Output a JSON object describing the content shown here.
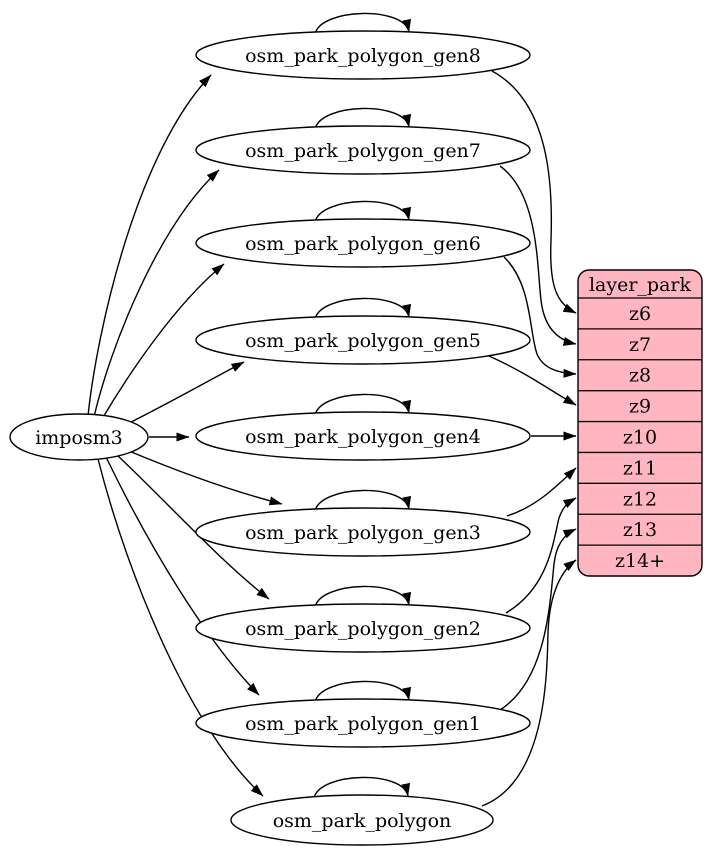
{
  "diagram": {
    "source_node": {
      "id": "imposm3",
      "label": "imposm3"
    },
    "tables": [
      {
        "id": "osm_park_polygon_gen8",
        "label": "osm_park_polygon_gen8",
        "target_row": "z6"
      },
      {
        "id": "osm_park_polygon_gen7",
        "label": "osm_park_polygon_gen7",
        "target_row": "z7"
      },
      {
        "id": "osm_park_polygon_gen6",
        "label": "osm_park_polygon_gen6",
        "target_row": "z8"
      },
      {
        "id": "osm_park_polygon_gen5",
        "label": "osm_park_polygon_gen5",
        "target_row": "z9"
      },
      {
        "id": "osm_park_polygon_gen4",
        "label": "osm_park_polygon_gen4",
        "target_row": "z10"
      },
      {
        "id": "osm_park_polygon_gen3",
        "label": "osm_park_polygon_gen3",
        "target_row": "z11"
      },
      {
        "id": "osm_park_polygon_gen2",
        "label": "osm_park_polygon_gen2",
        "target_row": "z12"
      },
      {
        "id": "osm_park_polygon_gen1",
        "label": "osm_park_polygon_gen1",
        "target_row": "z13"
      },
      {
        "id": "osm_park_polygon",
        "label": "osm_park_polygon",
        "target_row": "z14+"
      }
    ],
    "layer": {
      "id": "layer_park",
      "title": "layer_park",
      "rows": [
        "z6",
        "z7",
        "z8",
        "z9",
        "z10",
        "z11",
        "z12",
        "z13",
        "z14+"
      ]
    },
    "edges": [
      {
        "from": "imposm3",
        "to": "osm_park_polygon_gen8"
      },
      {
        "from": "imposm3",
        "to": "osm_park_polygon_gen7"
      },
      {
        "from": "imposm3",
        "to": "osm_park_polygon_gen6"
      },
      {
        "from": "imposm3",
        "to": "osm_park_polygon_gen5"
      },
      {
        "from": "imposm3",
        "to": "osm_park_polygon_gen4"
      },
      {
        "from": "imposm3",
        "to": "osm_park_polygon_gen3"
      },
      {
        "from": "imposm3",
        "to": "osm_park_polygon_gen2"
      },
      {
        "from": "imposm3",
        "to": "osm_park_polygon_gen1"
      },
      {
        "from": "imposm3",
        "to": "osm_park_polygon"
      },
      {
        "from": "osm_park_polygon_gen8",
        "to": "osm_park_polygon_gen8"
      },
      {
        "from": "osm_park_polygon_gen7",
        "to": "osm_park_polygon_gen7"
      },
      {
        "from": "osm_park_polygon_gen6",
        "to": "osm_park_polygon_gen6"
      },
      {
        "from": "osm_park_polygon_gen5",
        "to": "osm_park_polygon_gen5"
      },
      {
        "from": "osm_park_polygon_gen4",
        "to": "osm_park_polygon_gen4"
      },
      {
        "from": "osm_park_polygon_gen3",
        "to": "osm_park_polygon_gen3"
      },
      {
        "from": "osm_park_polygon_gen2",
        "to": "osm_park_polygon_gen2"
      },
      {
        "from": "osm_park_polygon_gen1",
        "to": "osm_park_polygon_gen1"
      },
      {
        "from": "osm_park_polygon",
        "to": "osm_park_polygon"
      },
      {
        "from": "osm_park_polygon_gen8",
        "to": "layer_park.z6"
      },
      {
        "from": "osm_park_polygon_gen7",
        "to": "layer_park.z7"
      },
      {
        "from": "osm_park_polygon_gen6",
        "to": "layer_park.z8"
      },
      {
        "from": "osm_park_polygon_gen5",
        "to": "layer_park.z9"
      },
      {
        "from": "osm_park_polygon_gen4",
        "to": "layer_park.z10"
      },
      {
        "from": "osm_park_polygon_gen3",
        "to": "layer_park.z11"
      },
      {
        "from": "osm_park_polygon_gen2",
        "to": "layer_park.z12"
      },
      {
        "from": "osm_park_polygon_gen1",
        "to": "layer_park.z13"
      },
      {
        "from": "osm_park_polygon",
        "to": "layer_park.z14+"
      }
    ]
  },
  "colors": {
    "background": "#ffffff",
    "node_fill": "#ffffff",
    "stroke": "#000000",
    "record_fill": "#ffb6c1",
    "text": "#000000"
  }
}
